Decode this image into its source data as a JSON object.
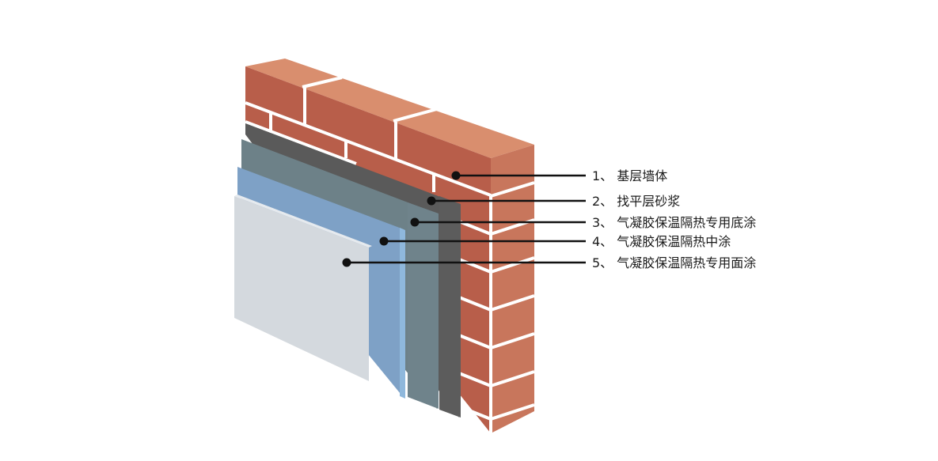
{
  "legend": [
    {
      "number": "1",
      "text": "1、 基层墙体"
    },
    {
      "number": "2",
      "text": "2、 找平层砂浆"
    },
    {
      "number": "3",
      "text": "3、 气凝胶保温隔热专用底涂"
    },
    {
      "number": "4",
      "text": "4、 气凝胶保温隔热中涂"
    },
    {
      "number": "5",
      "text": "5、 气凝胶保温隔热专用面涂"
    }
  ],
  "colors": {
    "brick_top": "#d98e6e",
    "brick_front": "#b85e4a",
    "brick_side": "#c8765c",
    "mortar": "#ffffff",
    "leveling_mortar": "#5a5a5a",
    "primer": "#6d8188",
    "mid_coat": "#7ea1c6",
    "mid_coat_edge": "#8fb8dc",
    "top_coat": "#d4d9de",
    "top_coat_edge": "#e6eaee",
    "leader": "#111111",
    "text": "#1a1a1a"
  }
}
